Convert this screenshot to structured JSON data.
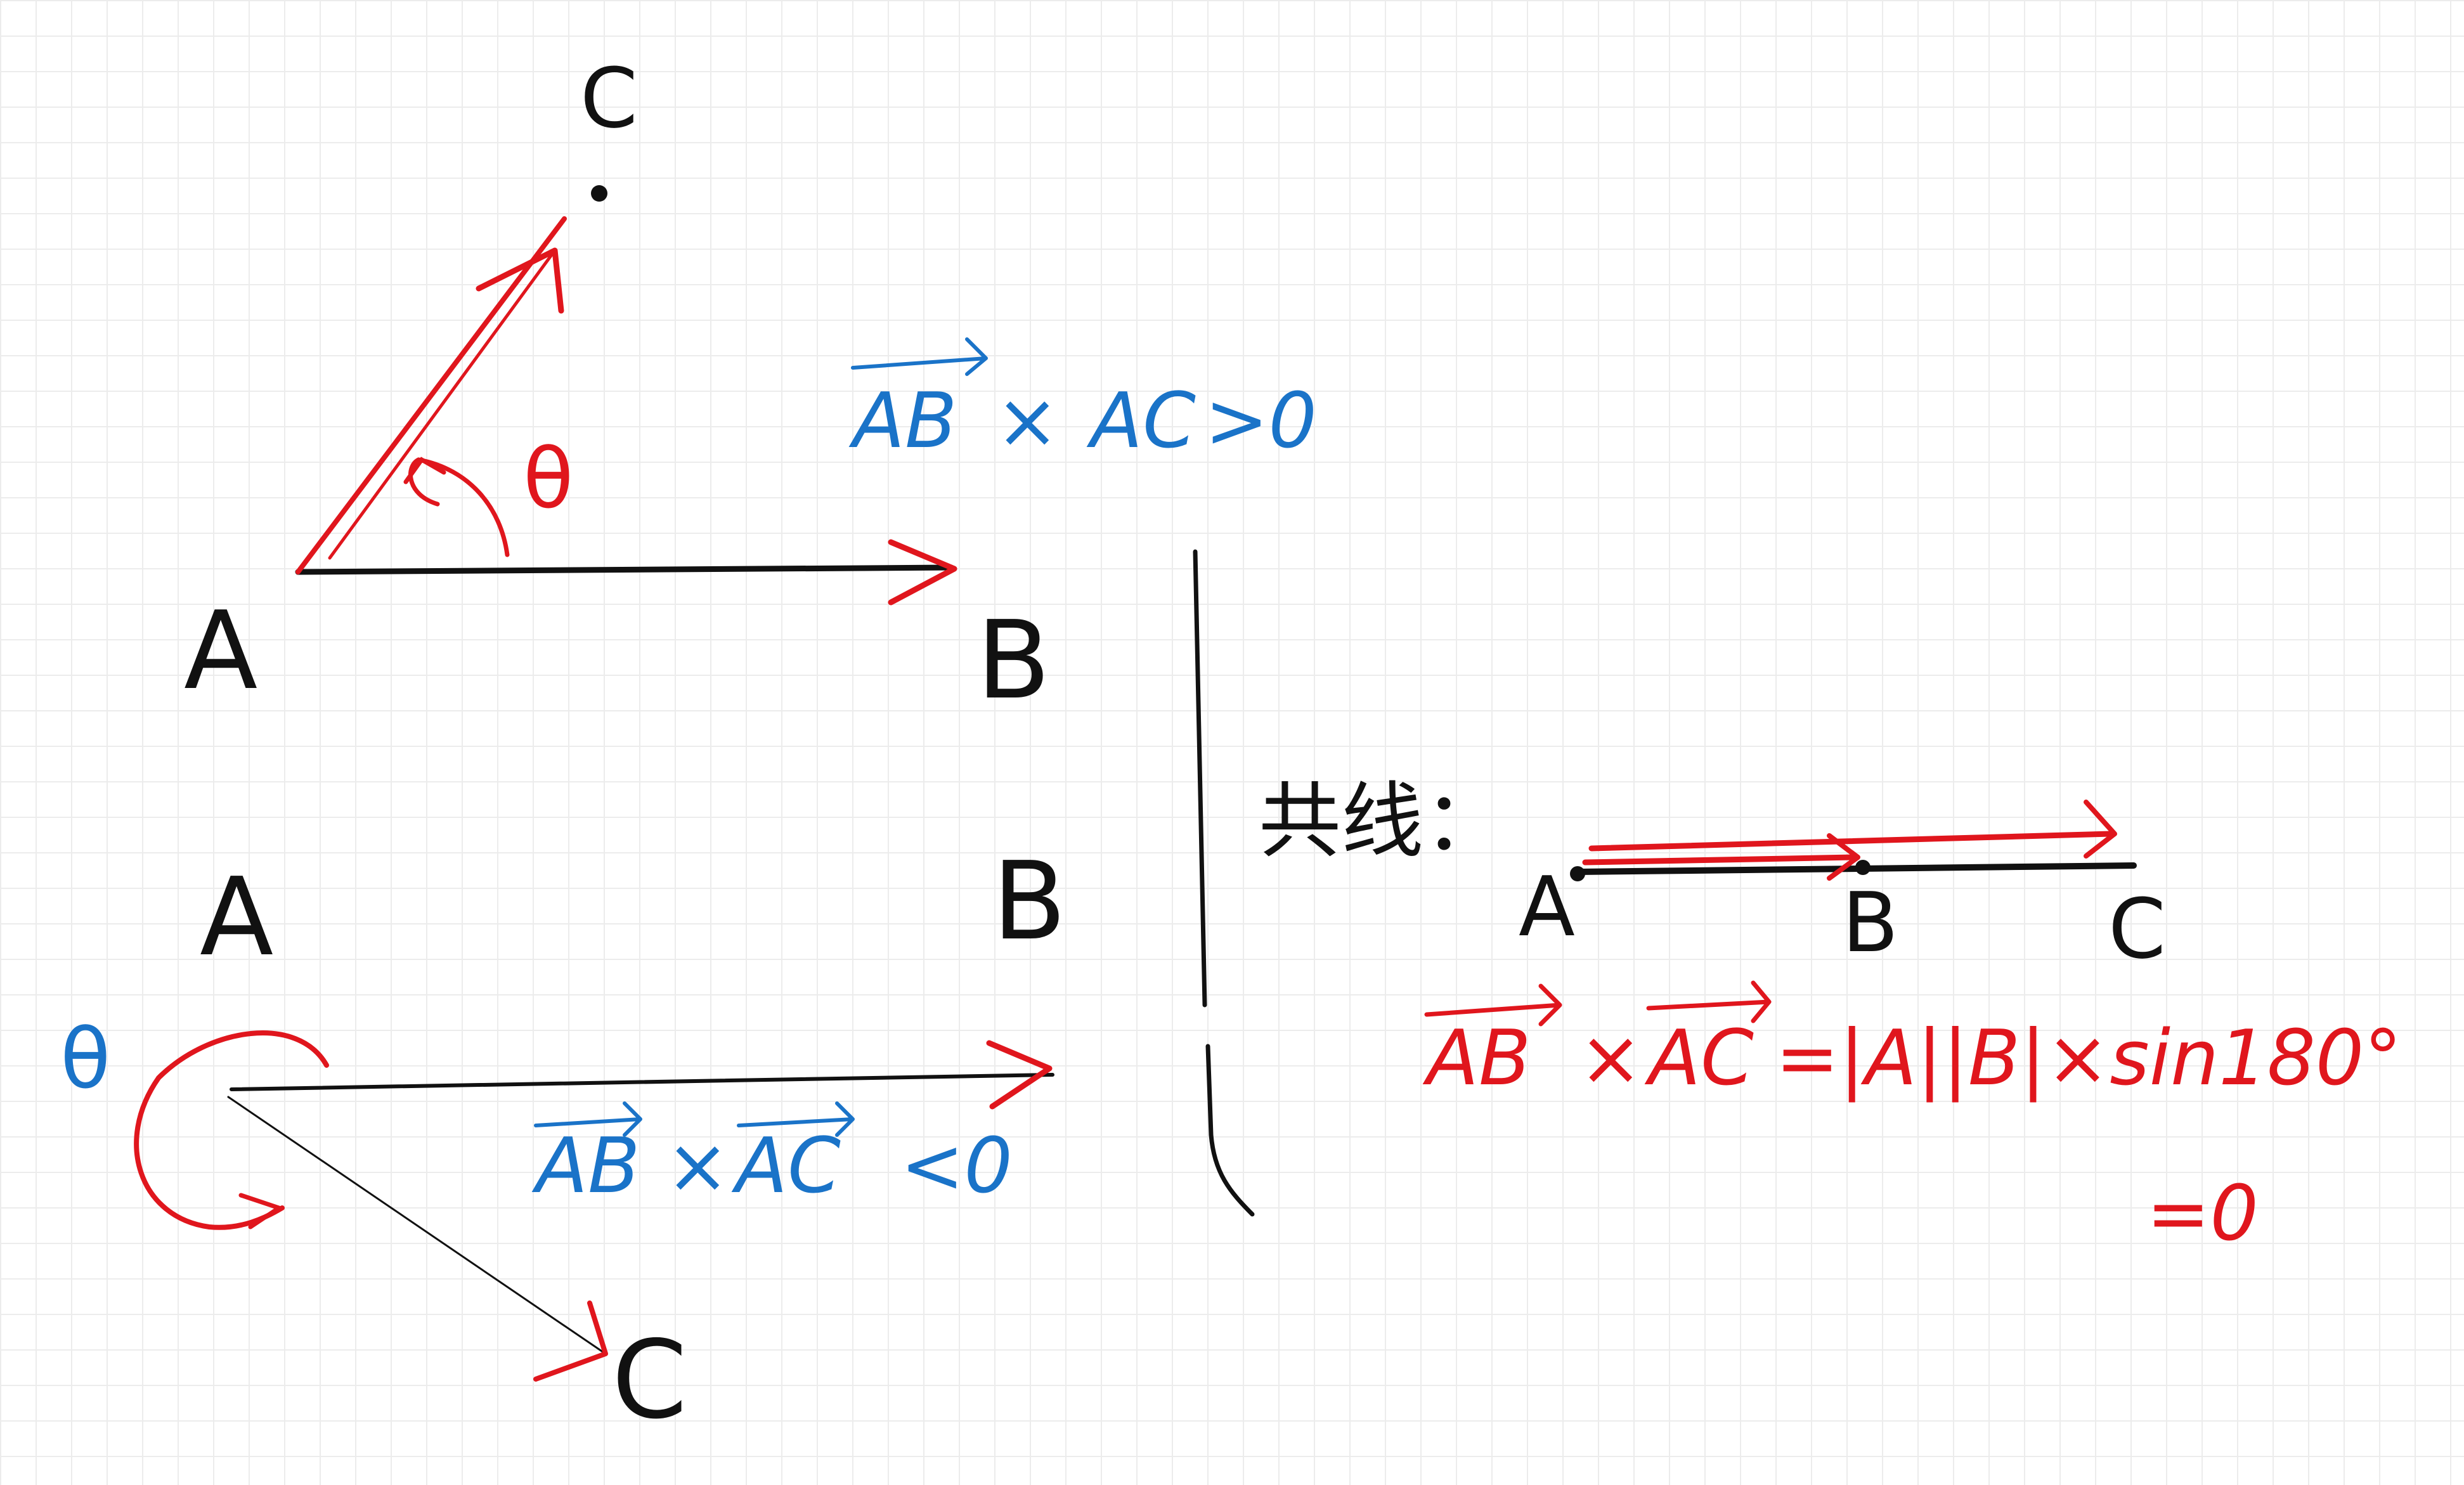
{
  "colors": {
    "ink": "#111111",
    "blue": "#1a73c8",
    "red": "#e0161d",
    "grid": "#ececec"
  },
  "top_diagram": {
    "label_a": "A",
    "label_b": "B",
    "label_c": "C",
    "angle_symbol": "θ",
    "formula_vec1": "AB",
    "formula_times": "×",
    "formula_vec2": "AC",
    "formula_rel": ">0"
  },
  "bottom_diagram": {
    "label_a": "A",
    "label_b": "B",
    "label_c": "C",
    "angle_symbol": "θ",
    "formula_vec1": "AB",
    "formula_times": "×",
    "formula_vec2": "AC",
    "formula_rel": "<0"
  },
  "collinear": {
    "heading": "共线：",
    "label_a": "A",
    "label_b": "B",
    "label_c": "C",
    "formula_vec1": "AB",
    "formula_times": "×",
    "formula_vec2": "AC",
    "formula_rest": "=|A||B|×sin180°",
    "result": "=0"
  }
}
